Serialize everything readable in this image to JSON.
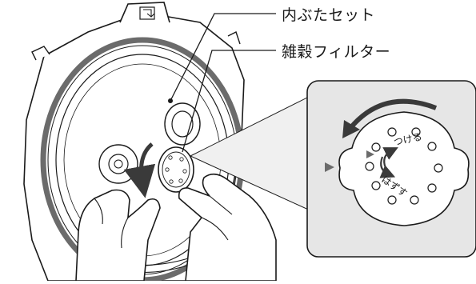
{
  "callouts": {
    "inner_lid_set": "内ぶたセット",
    "grain_filter": "雑穀フィルター"
  },
  "detail": {
    "attach": "つける",
    "remove": "はずす"
  },
  "colors": {
    "line": "#1a1a1a",
    "gasket": "#6b6b6b",
    "panel_bg": "#e6e6e6",
    "arrow": "#3a3a3a"
  }
}
